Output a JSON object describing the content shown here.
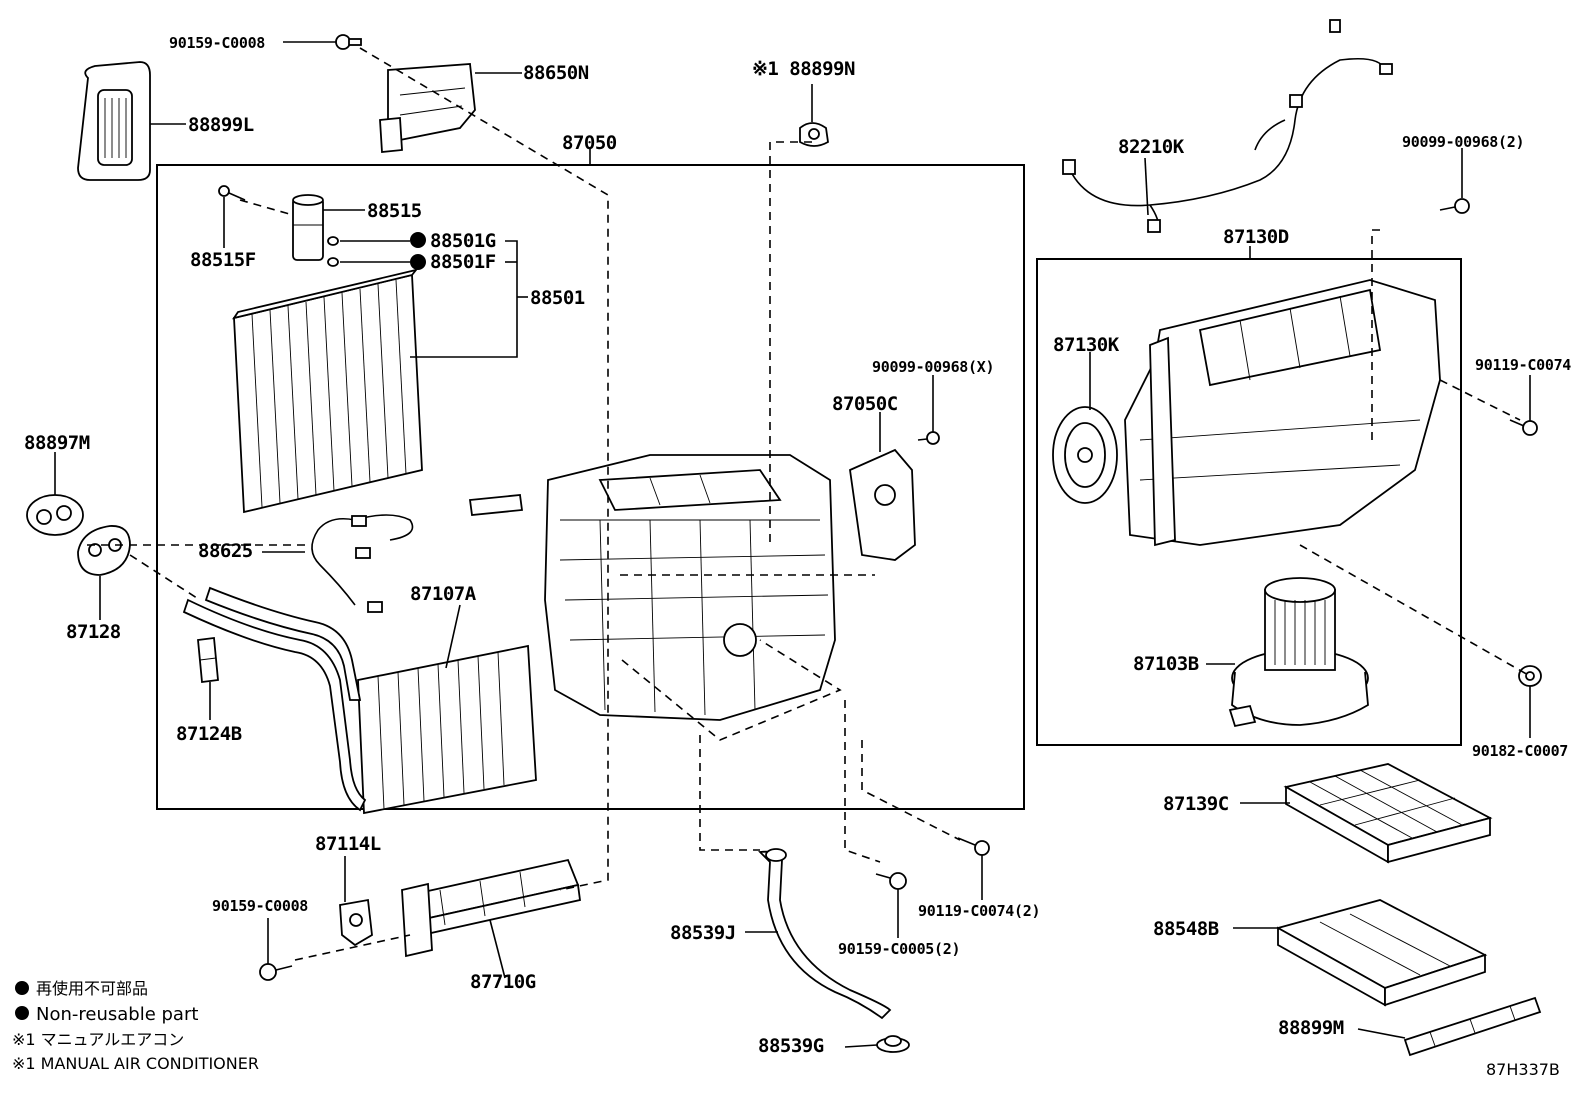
{
  "diagram": {
    "code": "87H337B",
    "legend": {
      "nonreusable_jp": "再使用不可部品",
      "nonreusable_en": "Non-reusable part",
      "note_jp": "※1 マニュアルエアコン",
      "note_en": "※1 MANUAL AIR CONDITIONER"
    },
    "labels": {
      "p90159_C0008_top": "90159-C0008",
      "p88650N": "88650N",
      "p88899L": "88899L",
      "p88899N": "※1 88899N",
      "p87050": "87050",
      "p82210K": "82210K",
      "p90099_00968_2": "90099-00968(2)",
      "p88515": "88515",
      "p88515F": "88515F",
      "p88501G": "88501G",
      "p88501F": "88501F",
      "p88501": "88501",
      "p87130D": "87130D",
      "p87130K": "87130K",
      "p90099_00968_X": "90099-00968(X)",
      "p87050C": "87050C",
      "p90119_C0074": "90119-C0074",
      "p88897M": "88897M",
      "p88625": "88625",
      "p87107A": "87107A",
      "p87128": "87128",
      "p87103B": "87103B",
      "p87124B": "87124B",
      "p90182_C0007": "90182-C0007",
      "p87139C": "87139C",
      "p87114L": "87114L",
      "p90119_C0074_2": "90119-C0074(2)",
      "p90159_C0008_bottom": "90159-C0008",
      "p88548B": "88548B",
      "p88539J": "88539J",
      "p90159_C0005_2": "90159-C0005(2)",
      "p87710G": "87710G",
      "p88899M": "88899M",
      "p88539G": "88539G"
    }
  }
}
